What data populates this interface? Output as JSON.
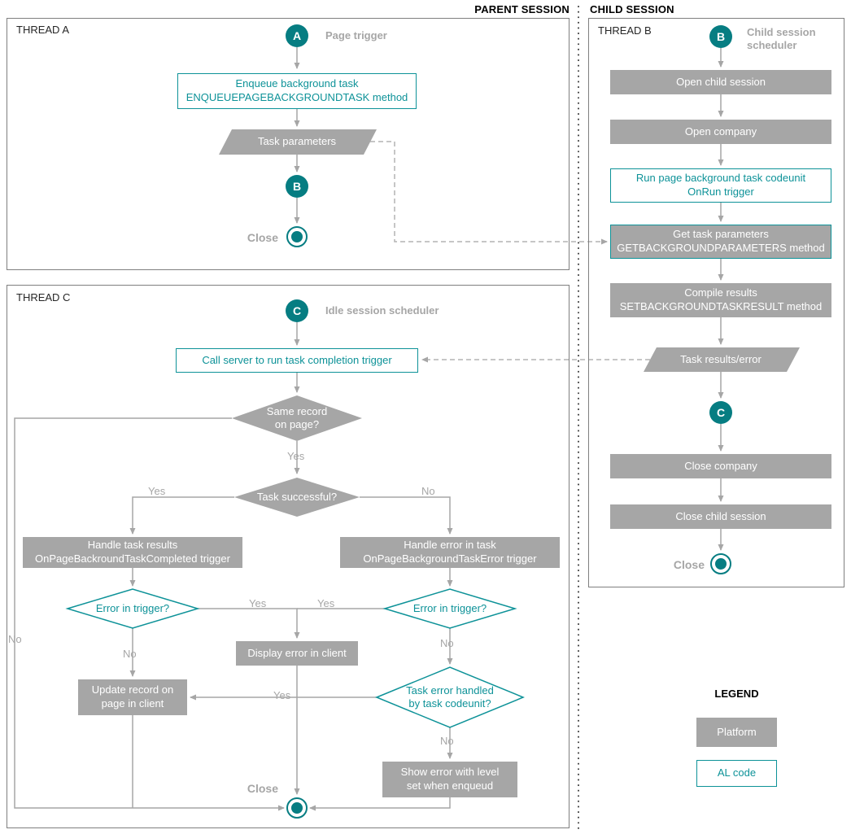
{
  "colors": {
    "accent_teal": "#0d9298",
    "dark_teal": "#067d82",
    "platform_gray": "#a6a6a6",
    "connector_gray": "#a6a6a6"
  },
  "headers": {
    "parent_session": "PARENT SESSION",
    "child_session": "CHILD SESSION"
  },
  "thread_a": {
    "title": "THREAD A",
    "start_letter": "A",
    "start_label": "Page trigger",
    "enqueue_box": "Enqueue background task\nENQUEUEPAGEBACKGROUNDTASK method",
    "task_parameters": "Task parameters",
    "connector_letter": "B",
    "close_label": "Close"
  },
  "thread_c": {
    "title": "THREAD C",
    "start_letter": "C",
    "start_label": "Idle session scheduler",
    "call_server_box": "Call server to run task completion trigger",
    "same_record_diamond": "Same record\non page?",
    "task_successful_diamond": "Task successful?",
    "handle_results_box": "Handle task results\nOnPageBackroundTaskCompleted trigger",
    "handle_error_box": "Handle error in task\nOnPageBackgroundTaskError trigger",
    "error_in_trigger_left": "Error in trigger?",
    "error_in_trigger_right": "Error in trigger?",
    "display_error_box": "Display error in client",
    "update_record_box": "Update record on\npage in client",
    "task_error_handled_diamond": "Task error handled\nby task codeunit?",
    "show_error_box": "Show error with level\nset when enqueud",
    "close_label": "Close",
    "labels": {
      "same_record_yes": "Yes",
      "same_record_no": "No",
      "task_successful_yes": "Yes",
      "task_successful_no": "No",
      "error_left_yes": "Yes",
      "error_left_no": "No",
      "error_right_yes": "Yes",
      "error_right_no": "No",
      "task_error_yes": "Yes",
      "task_error_no": "No"
    }
  },
  "thread_b": {
    "title": "THREAD B",
    "start_letter": "B",
    "start_label": "Child session\nscheduler",
    "open_child_session": "Open child session",
    "open_company": "Open company",
    "run_codeunit_box": "Run page background task codeunit\nOnRun trigger",
    "get_parameters_box": "Get task parameters\nGETBACKGROUNDPARAMETERS method",
    "compile_results_box": "Compile results\nSETBACKGROUNDTASKRESULT method",
    "task_results": "Task results/error",
    "connector_letter": "C",
    "close_company": "Close company",
    "close_child_session": "Close child session",
    "close_label": "Close"
  },
  "legend": {
    "title": "LEGEND",
    "platform": "Platform",
    "al_code": "AL code"
  }
}
